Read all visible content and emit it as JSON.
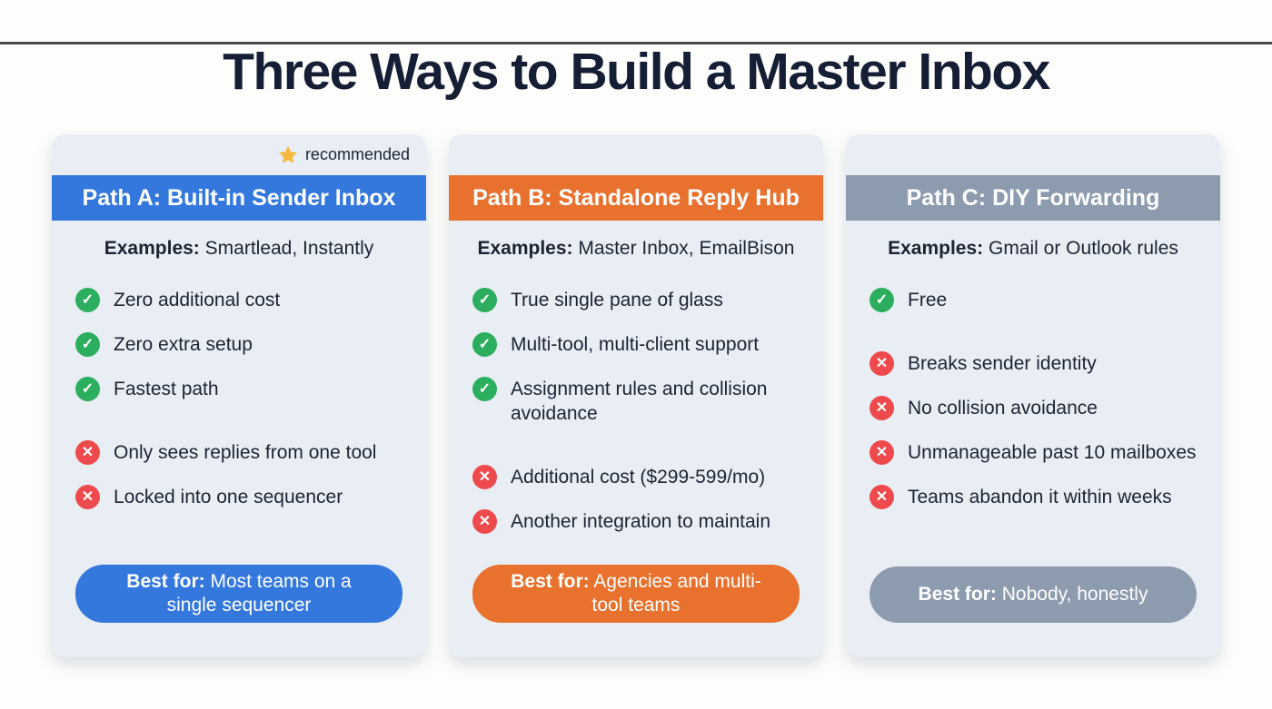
{
  "page": {
    "title": "Three Ways to Build a Master Inbox"
  },
  "colors": {
    "page_bg": "#fdfdfb",
    "title_text": "#161e36",
    "card_bg": "#e9eef5",
    "body_text": "#1c2333",
    "header_text": "#ffffff",
    "green": "#2bae5e",
    "red": "#ee4a4d",
    "star_gold": "#f6b83b",
    "edge_bar": "#2b2b2b"
  },
  "labels": {
    "examples_prefix": "Examples:",
    "best_for_prefix": "Best for:",
    "check_glyph": "✓",
    "cross_glyph": "✕"
  },
  "badge": {
    "icon": "star-icon",
    "label": "recommended"
  },
  "cards": [
    {
      "header": "Path A: Built-in Sender Inbox",
      "accent": "#3478dd",
      "recommended": true,
      "examples": "Smartlead, Instantly",
      "pros": [
        "Zero additional cost",
        "Zero extra setup",
        "Fastest path"
      ],
      "cons": [
        "Only sees replies from one tool",
        "Locked into one sequencer"
      ],
      "best_for": "Most teams on a single sequencer"
    },
    {
      "header": "Path B: Standalone Reply Hub",
      "accent": "#e8712e",
      "recommended": false,
      "examples": "Master Inbox, EmailBison",
      "pros": [
        "True single pane of glass",
        "Multi-tool, multi-client support",
        "Assignment rules and collision avoidance"
      ],
      "cons": [
        "Additional cost ($299-599/mo)",
        "Another integration to maintain"
      ],
      "best_for": "Agencies and multi-tool teams"
    },
    {
      "header": "Path C: DIY Forwarding",
      "accent": "#8d9bae",
      "recommended": false,
      "examples": "Gmail or Outlook rules",
      "pros": [
        "Free"
      ],
      "cons": [
        "Breaks sender identity",
        "No collision avoidance",
        "Unmanageable past 10 mailboxes",
        "Teams abandon it within weeks"
      ],
      "best_for": "Nobody, honestly"
    }
  ]
}
